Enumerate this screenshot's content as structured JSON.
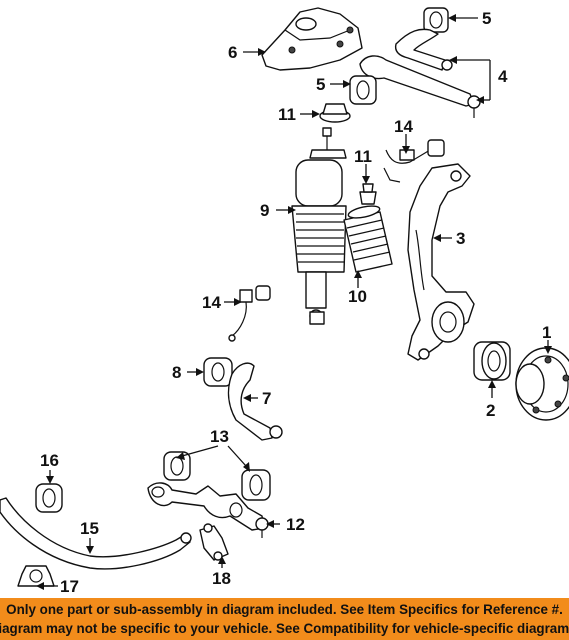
{
  "callouts": {
    "n1": "1",
    "n2": "2",
    "n3": "3",
    "n4": "4",
    "n5a": "5",
    "n5b": "5",
    "n6": "6",
    "n7": "7",
    "n8": "8",
    "n9": "9",
    "n10": "10",
    "n11a": "11",
    "n11b": "11",
    "n12": "12",
    "n13": "13",
    "n14a": "14",
    "n14b": "14",
    "n15": "15",
    "n16": "16",
    "n17": "17",
    "n18": "18"
  },
  "banner": {
    "line1": "Only one part or sub-assembly in diagram included. See Item Specifics for Reference #.",
    "line2": "Diagram may not be specific to your vehicle. See Compatibility for vehicle-specific diagrams.",
    "background": "#f28c1b"
  }
}
